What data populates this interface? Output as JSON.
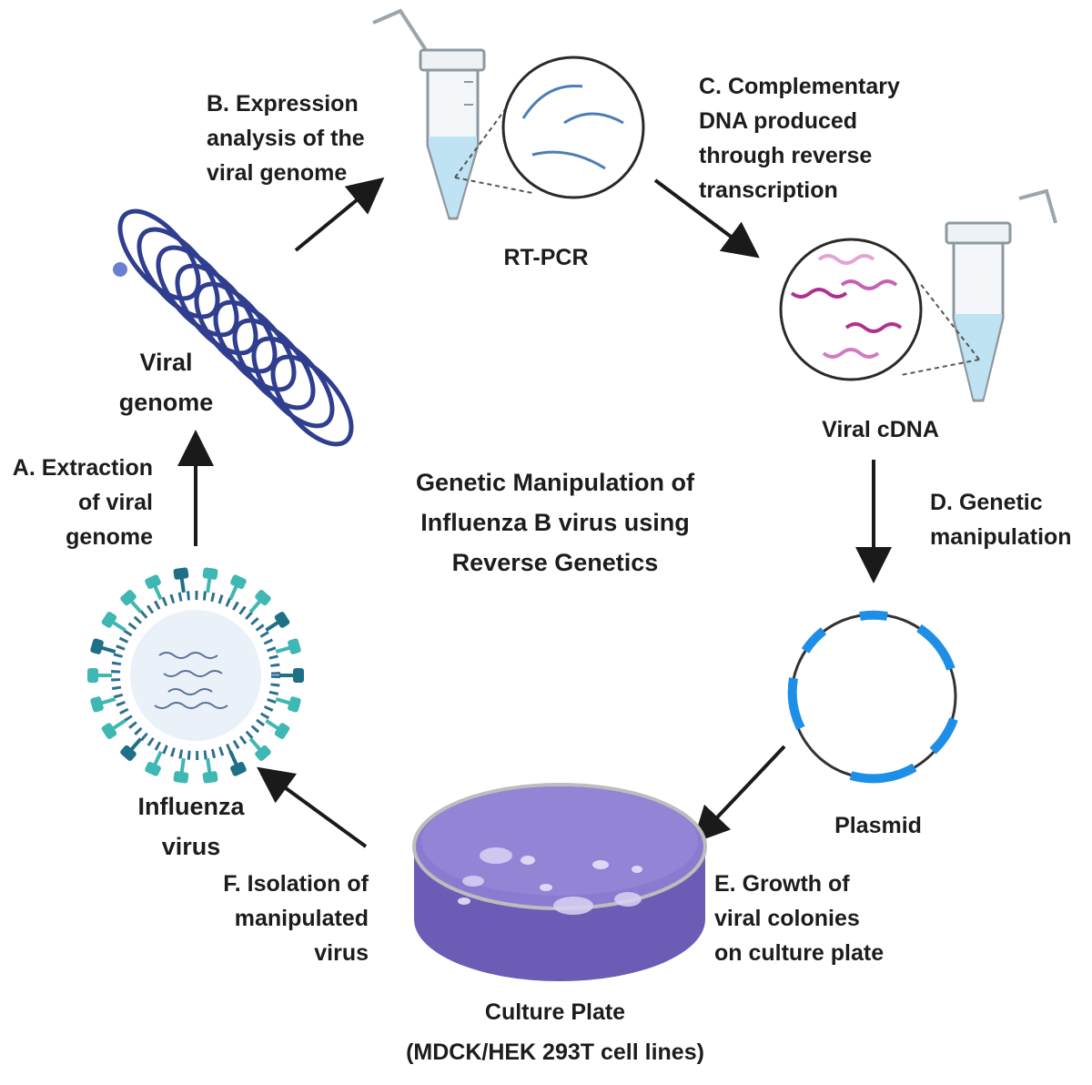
{
  "title_lines": [
    "Genetic Manipulation  of",
    "Influenza B virus using",
    "Reverse Genetics"
  ],
  "nodes": {
    "viral_genome": [
      "Viral",
      "genome"
    ],
    "rt_pcr": [
      "RT-PCR"
    ],
    "viral_cdna": [
      "Viral  cDNA"
    ],
    "plasmid": [
      "Plasmid"
    ],
    "culture_plate": [
      "Culture  Plate",
      "(MDCK/HEK  293T cell lines)"
    ],
    "influenza_virus": [
      "Influenza",
      "virus"
    ]
  },
  "steps": {
    "a": [
      "A. Extraction",
      "of viral",
      "genome"
    ],
    "b": [
      "B. Expression",
      "analysis of the",
      "viral genome"
    ],
    "c": [
      "C. Complementary",
      "DNA produced",
      "through reverse",
      "transcription"
    ],
    "d": [
      "D. Genetic",
      "manipulation"
    ],
    "e": [
      "E. Growth of",
      "viral colonies",
      "on culture plate"
    ],
    "f": [
      "F. Isolation of",
      "manipulated",
      "virus"
    ]
  },
  "colors": {
    "text": "#1c1c1c",
    "arrow": "#1a1a1a",
    "genome_blue": "#2f3e8f",
    "tube_liquid": "#bfe3f2",
    "cdna_magenta": "#b0308f",
    "plasmid_blue": "#1e8fe6",
    "plate_purple": "#7a69c0",
    "virus_teal": "#3fb7b3",
    "virus_dark": "#1f6f86"
  }
}
